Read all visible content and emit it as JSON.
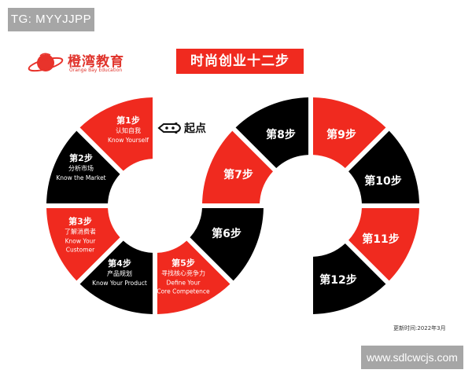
{
  "watermark_top": "TG: MYYJJPP",
  "watermark_bottom": "www.sdlcwcjs.com",
  "logo": {
    "name_cn": "橙湾教育",
    "name_en": "Orange Bay Education",
    "icon": "planet-icon"
  },
  "title": "时尚创业十二步",
  "start": {
    "label": "起点",
    "icon": "rocket-icon"
  },
  "update_time": "更新时间:2022年3月",
  "colors": {
    "red": "#f02a1f",
    "black": "#000000",
    "white": "#ffffff",
    "watermark": "#a6a6a6"
  },
  "steps": [
    {
      "num": "第1步",
      "cn": "认知自我",
      "en1": "Know Yourself",
      "en2": "",
      "color": "red"
    },
    {
      "num": "第2步",
      "cn": "分析市场",
      "en1": "Know the Market",
      "en2": "",
      "color": "black"
    },
    {
      "num": "第3步",
      "cn": "了解消费者",
      "en1": "Know Your",
      "en2": "Customer",
      "color": "red"
    },
    {
      "num": "第4步",
      "cn": "产品规划",
      "en1": "Know Your Product",
      "en2": "",
      "color": "black"
    },
    {
      "num": "第5步",
      "cn": "寻找核心竞争力",
      "en1": "Define Your",
      "en2": "Core Competence",
      "color": "red"
    },
    {
      "num": "第6步",
      "color": "black"
    },
    {
      "num": "第7步",
      "color": "red"
    },
    {
      "num": "第8步",
      "color": "black"
    },
    {
      "num": "第9步",
      "color": "red"
    },
    {
      "num": "第10步",
      "color": "black"
    },
    {
      "num": "第11步",
      "color": "red"
    },
    {
      "num": "第12步",
      "color": "black"
    }
  ]
}
